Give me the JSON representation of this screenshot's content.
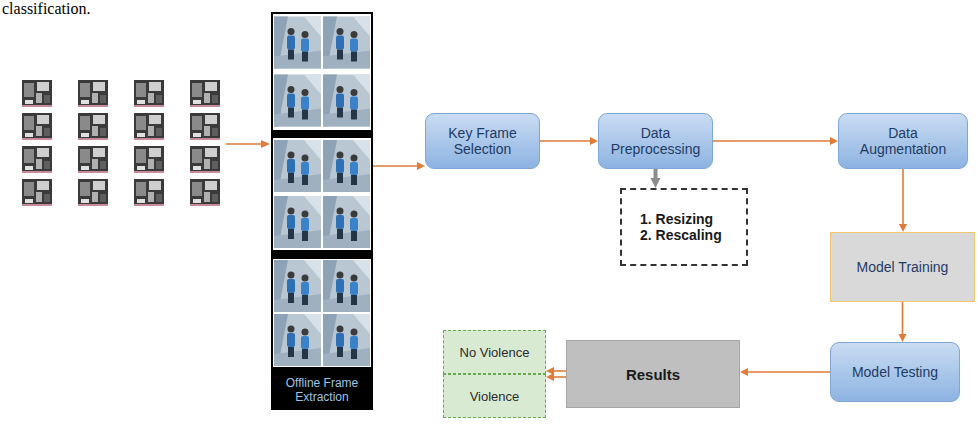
{
  "diagram": {
    "nodes": [
      {
        "text": [
          "Offline Frame Extraction"
        ]
      },
      {
        "text": [
          "Key Frame Selection"
        ]
      },
      {
        "text": [
          "Data Preprocessing"
        ]
      },
      {
        "text": [
          "1. Resizing",
          "2. Rescaling"
        ]
      },
      {
        "text": [
          "Data Augmentation"
        ]
      },
      {
        "text": [
          "Model Training"
        ]
      },
      {
        "text": [
          "Model Testing"
        ]
      },
      {
        "text": [
          "Results"
        ]
      },
      {
        "text": [
          "No Violence"
        ]
      },
      {
        "text": [
          "Violence"
        ]
      }
    ],
    "edges": [
      {
        "from": 0,
        "to": 1,
        "arrow": "to"
      },
      {
        "from": 1,
        "to": 2,
        "arrow": "to"
      },
      {
        "from": 2,
        "to": 4,
        "arrow": "to"
      },
      {
        "from": 2,
        "to": 3,
        "arrow": "to"
      },
      {
        "from": 4,
        "to": 5,
        "arrow": "to"
      },
      {
        "from": 5,
        "to": 6,
        "arrow": "to"
      },
      {
        "from": 6,
        "to": 7,
        "arrow": "to"
      },
      {
        "from": 7,
        "to": 8,
        "arrow": "to"
      },
      {
        "from": 7,
        "to": 9,
        "arrow": "to"
      }
    ],
    "labels": [
      "classification."
    ]
  }
}
